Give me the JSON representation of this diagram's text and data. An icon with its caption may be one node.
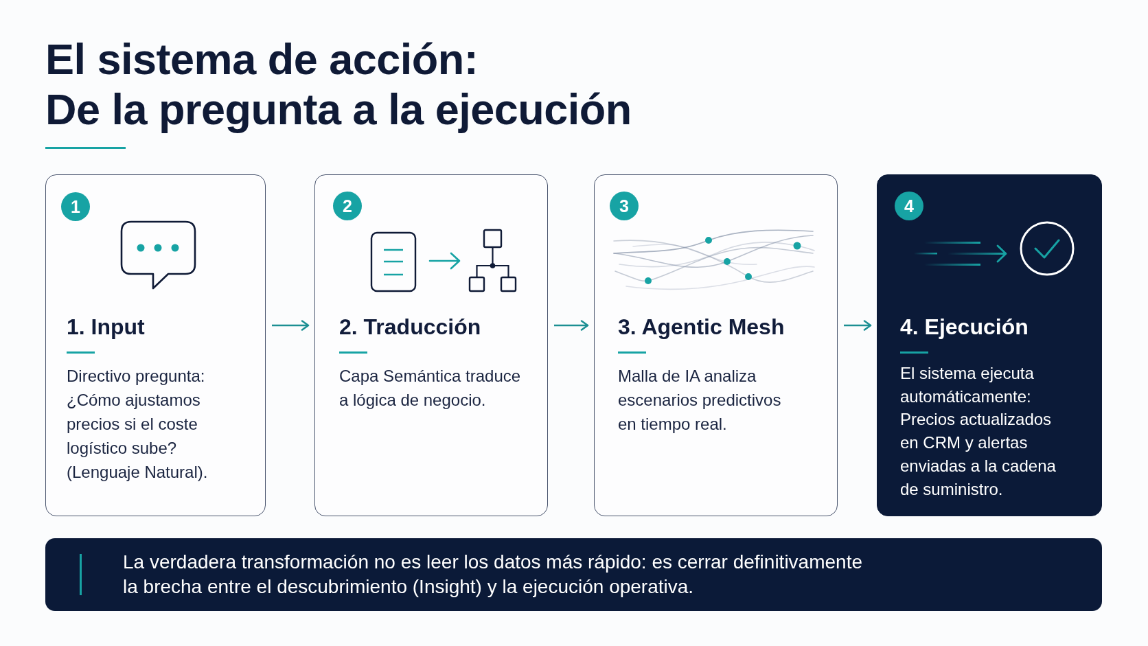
{
  "diagram": {
    "title": "El sistema de acción: De la pregunta a la ejecución",
    "nodes": [
      {
        "text": [
          "1. Input",
          "Directivo pregunta: ¿Cómo ajustamos precios si el coste logístico sube? (Lenguaje Natural)."
        ]
      },
      {
        "text": [
          "1"
        ],
        "in": 0
      },
      {
        "text": [
          "2. Traducción",
          "Capa Semántica traduce a lógica de negocio."
        ]
      },
      {
        "text": [
          "2"
        ],
        "in": 2
      },
      {
        "text": [
          "3. Agentic Mesh",
          "Malla de IA analiza escenarios predictivos en tiempo real."
        ]
      },
      {
        "text": [
          "3"
        ],
        "in": 4
      },
      {
        "text": [
          "4. Ejecución",
          "El sistema ejecuta automáticamente: Precios actualizados en CRM y alertas enviadas a la cadena de suministro."
        ]
      },
      {
        "text": [
          "4"
        ],
        "in": 6
      },
      {
        "text": [
          "La verdadera transformación no es leer los datos más rápido: es cerrar definitivamente la brecha entre el descubrimiento (Insight) y la ejecución operativa."
        ]
      }
    ],
    "edges": [
      {
        "from": 0,
        "to": 2,
        "arrow": "to"
      },
      {
        "from": 2,
        "to": 4,
        "arrow": "to"
      },
      {
        "from": 4,
        "to": 6,
        "arrow": "to"
      }
    ]
  }
}
